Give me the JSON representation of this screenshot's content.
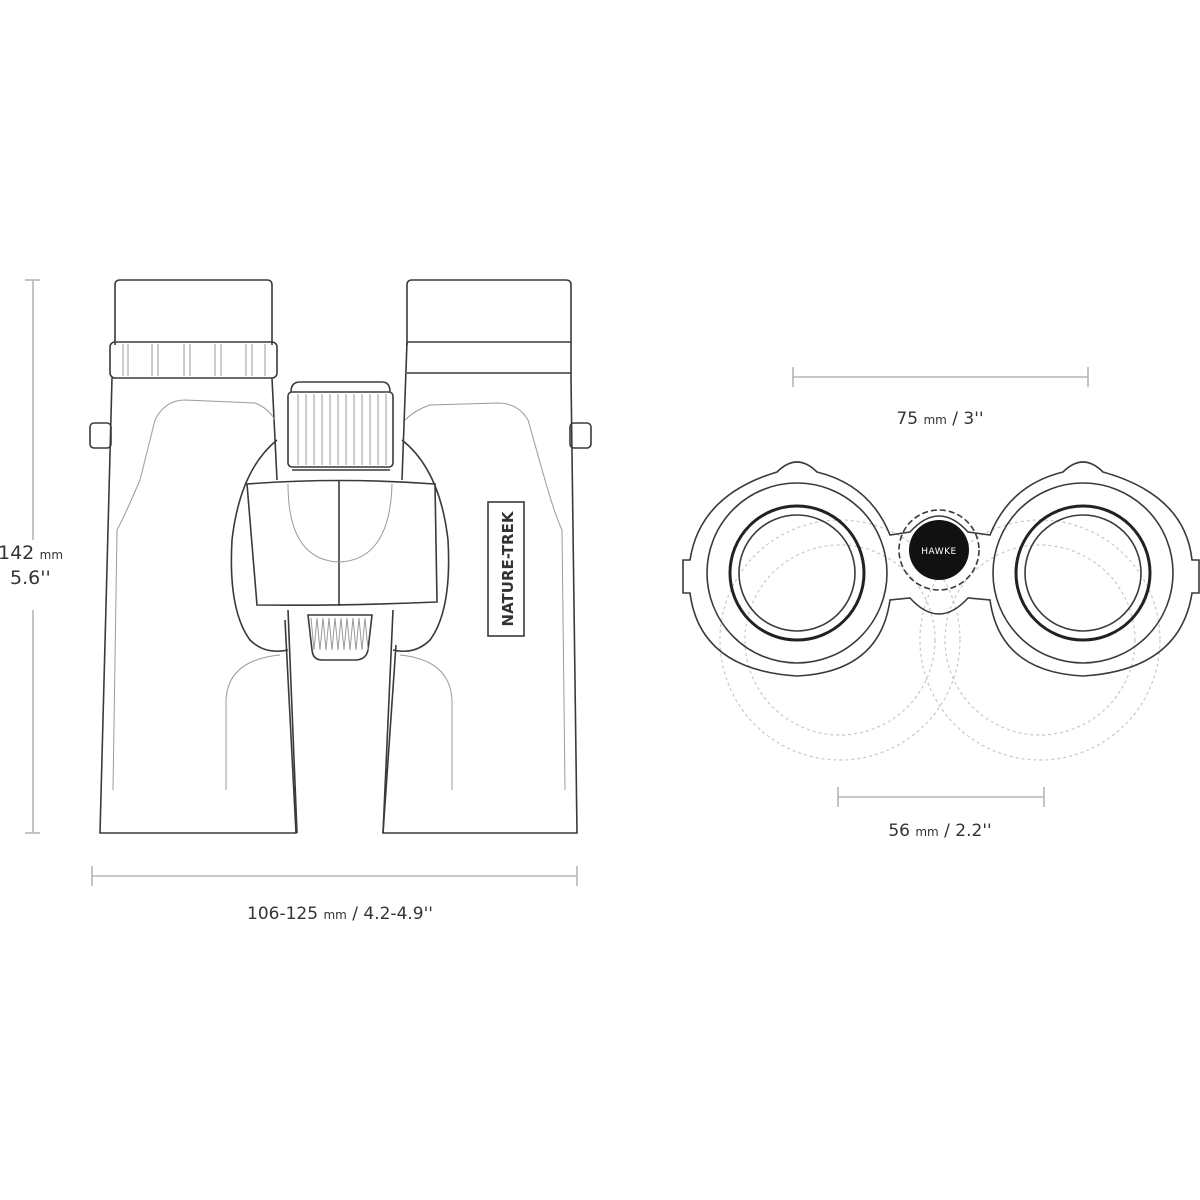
{
  "front_view": {
    "model_label": "NATURE-TREK",
    "height_dimension": {
      "value_mm": "142",
      "unit_mm": "mm",
      "value_in": "5.6''"
    },
    "width_dimension": {
      "value_mm": "106-125",
      "unit_mm": "mm",
      "value_in": "/ 4.2-4.9''"
    }
  },
  "objective_view": {
    "brand_logo": "HAWKE",
    "ipd_max": {
      "value_mm": "75",
      "unit_mm": "mm",
      "value_in": "/ 3''"
    },
    "ipd_min": {
      "value_mm": "56",
      "unit_mm": "mm",
      "value_in": "/ 2.2''"
    }
  },
  "colors": {
    "line": "#3a3a3a",
    "dimension": "#b5b5b5",
    "logo_bg": "#111111"
  }
}
